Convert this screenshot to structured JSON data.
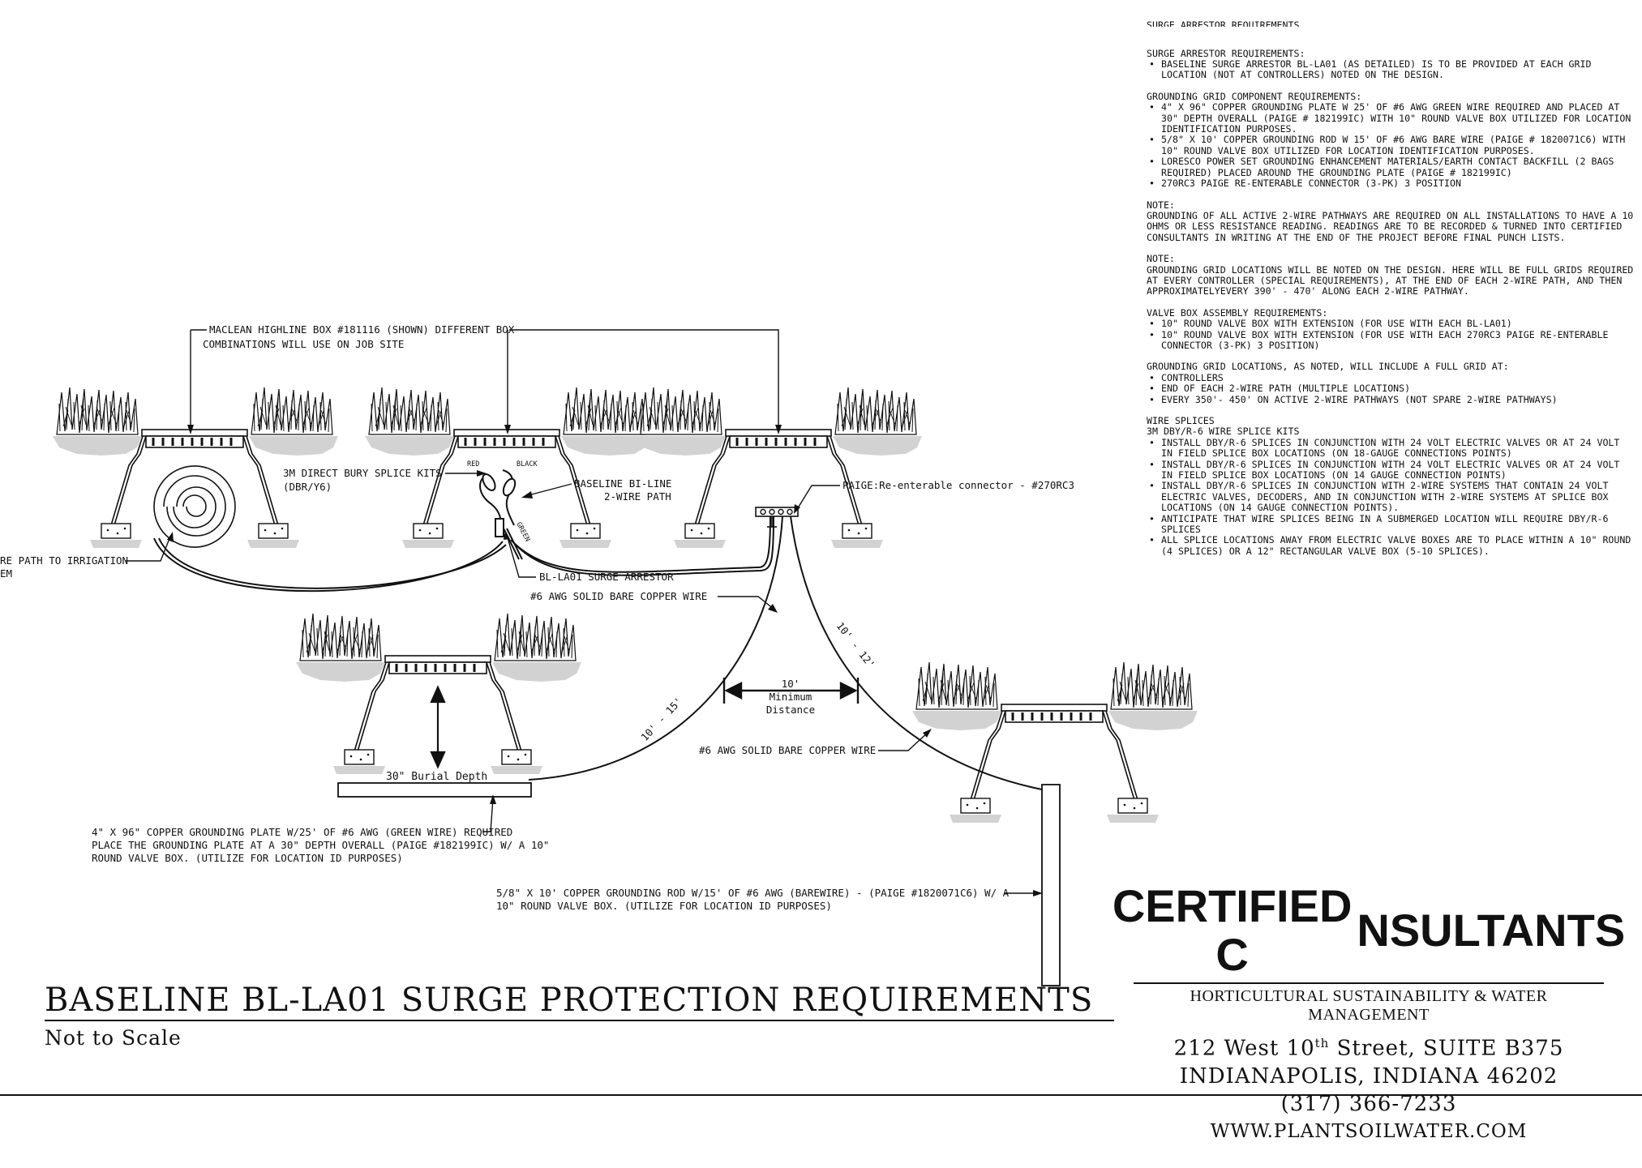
{
  "notes": {
    "cut_header": "SURGE ARRESTOR REQUIREMENTS",
    "sections": [
      {
        "heading": "SURGE ARRESTOR REQUIREMENTS:",
        "items": [
          "BASELINE SURGE ARRESTOR BL-LA01 (AS DETAILED) IS TO BE PROVIDED AT EACH GRID\nLOCATION (NOT AT CONTROLLERS) NOTED ON THE DESIGN."
        ]
      },
      {
        "heading": "GROUNDING GRID COMPONENT REQUIREMENTS:",
        "items": [
          "4\" X 96\" COPPER GROUNDING PLATE W 25' OF #6 AWG GREEN WIRE REQUIRED AND PLACED AT\n30\" DEPTH OVERALL (PAIGE # 182199IC) WITH 10\" ROUND VALVE BOX UTILIZED FOR LOCATION\nIDENTIFICATION PURPOSES.",
          "5/8\" X 10' COPPER GROUNDING ROD W 15' OF #6 AWG BARE WIRE (PAIGE # 1820071C6) WITH\n10\" ROUND VALVE BOX UTILIZED FOR LOCATION IDENTIFICATION PURPOSES.",
          "LORESCO POWER SET GROUNDING ENHANCEMENT MATERIALS/EARTH CONTACT BACKFILL (2 BAGS\nREQUIRED) PLACED AROUND THE GROUNDING PLATE (PAIGE # 182199IC)",
          "270RC3 PAIGE RE-ENTERABLE CONNECTOR (3-PK) 3 POSITION"
        ]
      },
      {
        "heading": "NOTE:",
        "text": "GROUNDING OF ALL ACTIVE 2-WIRE PATHWAYS ARE REQUIRED ON ALL INSTALLATIONS TO HAVE A 10\nOHMS OR LESS RESISTANCE READING. READINGS ARE TO BE RECORDED & TURNED INTO CERTIFIED\nCONSULTANTS IN WRITING AT THE END OF THE PROJECT BEFORE FINAL PUNCH LISTS."
      },
      {
        "heading": "NOTE:",
        "text": "GROUNDING GRID LOCATIONS WILL BE NOTED ON THE DESIGN. HERE WILL BE FULL GRIDS REQUIRED\nAT EVERY CONTROLLER (SPECIAL REQUIREMENTS), AT THE END OF EACH 2-WIRE PATH, AND THEN\nAPPROXIMATELYEVERY 390' - 470' ALONG EACH 2-WIRE PATHWAY."
      },
      {
        "heading": "VALVE BOX ASSEMBLY REQUIREMENTS:",
        "items": [
          "10\" ROUND VALVE BOX WITH EXTENSION (FOR USE WITH EACH BL-LA01)",
          "10\" ROUND VALVE BOX WITH EXTENSION (FOR USE WITH EACH 270RC3 PAIGE RE-ENTERABLE\nCONNECTOR (3-PK) 3 POSITION)"
        ]
      },
      {
        "heading": "GROUNDING GRID LOCATIONS, AS NOTED, WILL INCLUDE A FULL GRID AT:",
        "items": [
          "CONTROLLERS",
          "END OF EACH 2-WIRE PATH (MULTIPLE LOCATIONS)",
          "EVERY 350'- 450' ON ACTIVE 2-WIRE PATHWAYS (NOT SPARE 2-WIRE PATHWAYS)"
        ]
      },
      {
        "heading": "WIRE SPLICES\n3M DBY/R-6 WIRE SPLICE KITS",
        "items": [
          "INSTALL DBY/R-6 SPLICES IN CONJUNCTION WITH 24 VOLT ELECTRIC VALVES OR AT 24 VOLT\nIN FIELD SPLICE BOX LOCATIONS (ON 18-GAUGE CONNECTIONS POINTS)",
          "INSTALL DBY/R-6 SPLICES IN CONJUNCTION WITH 24 VOLT ELECTRIC VALVES OR AT 24 VOLT\nIN FIELD SPLICE BOX LOCATIONS (ON 14 GAUGE CONNECTION POINTS)",
          "INSTALL DBY/R-6 SPLICES IN CONJUNCTION WITH 2-WIRE SYSTEMS THAT CONTAIN 24 VOLT\nELECTRIC VALVES, DECODERS, AND IN CONJUNCTION WITH 2-WIRE SYSTEMS AT SPLICE BOX\nLOCATIONS (ON 14 GAUGE CONNECTION POINTS).",
          "ANTICIPATE THAT WIRE SPLICES BEING IN A SUBMERGED LOCATION WILL REQUIRE DBY/R-6\nSPLICES",
          "ALL SPLICE LOCATIONS AWAY FROM ELECTRIC VALVE BOXES ARE TO PLACE WITHIN A 10\" ROUND\n(4 SPLICES) OR A 12\" RECTANGULAR VALVE BOX (5-10 SPLICES)."
        ]
      }
    ]
  },
  "labels": {
    "maclean_line1": "MACLEAN HIGHLINE BOX #181116 (SHOWN) DIFFERENT BOX",
    "maclean_line2": "COMBINATIONS WILL USE ON JOB SITE",
    "splice_line1": "3M DIRECT BURY SPLICE KITS",
    "splice_line2": "(DBR/Y6)",
    "red": "RED",
    "black": "BLACK",
    "green": "GREEN",
    "bi_line1": "BASELINE BI-LINE",
    "bi_line2": "2-WIRE PATH",
    "paige": "PAIGE:Re-enterable connector - #270RC3",
    "wire_path_line1": "RE PATH TO IRRIGATION",
    "wire_path_line2": "EM",
    "arrestor": "BL-LA01 SURGE ARRESTOR",
    "copper_wire_1": "#6 AWG SOLID BARE COPPER WIRE",
    "copper_wire_2": "#6 AWG SOLID BARE COPPER WIRE",
    "dist_left": "10' - 15'",
    "dist_right": "10' - 12'",
    "min_line1": "10'",
    "min_line2": "Minimum",
    "min_line3": "Distance",
    "burial": "30\" Burial Depth",
    "plate_line1": "4\" X 96\" COPPER GROUNDING PLATE W/25' OF  #6 AWG (GREEN WIRE) REQUIRED",
    "plate_line2": "PLACE THE GROUNDING PLATE AT A 30\" DEPTH OVERALL (PAIGE #182199IC) W/ A 10\"",
    "plate_line3": "ROUND VALVE BOX. (UTILIZE FOR LOCATION ID PURPOSES)",
    "rod_line1": "5/8\" X 10' COPPER GROUNDING ROD W/15' OF #6 AWG (BAREWIRE) - (PAIGE #1820071C6) W/ A",
    "rod_line2": "10\" ROUND VALVE BOX. (UTILIZE FOR LOCATION ID PURPOSES)"
  },
  "title": {
    "main": "BASELINE BL-LA01 SURGE PROTECTION REQUIREMENTS",
    "scale": "Not to Scale"
  },
  "company": {
    "name_left": "CERTIFIED C",
    "name_right": "NSULTANTS",
    "tagline": "HORTICULTURAL SUSTAINABILITY & WATER MANAGEMENT",
    "address1_pre": "212 West 10",
    "address1_sup": "th",
    "address1_post": " Street, SUITE B375",
    "address2": "INDIANAPOLIS, INDIANA 46202",
    "phone": "(317) 366-7233",
    "web": "WWW.PLANTSOILWATER.COM"
  }
}
